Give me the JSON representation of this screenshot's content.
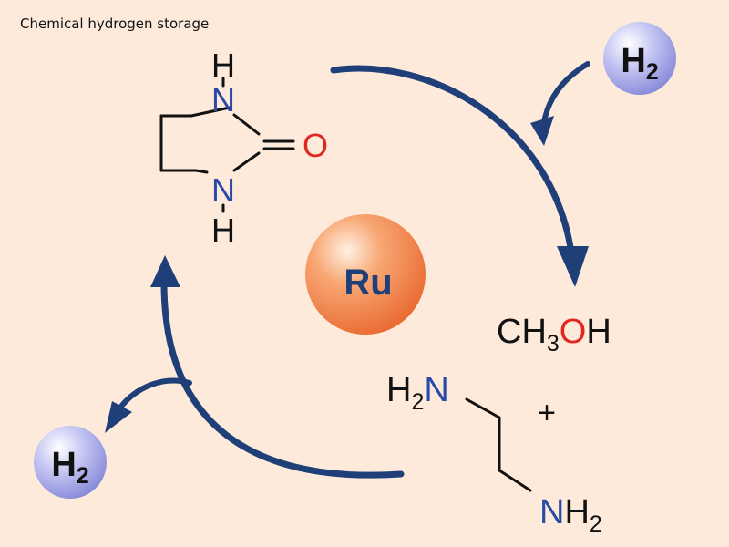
{
  "caption": "Chemical hydrogen storage",
  "catalyst": {
    "label": "Ru"
  },
  "hydrogen_in": {
    "letter": "H",
    "subscript": "2"
  },
  "hydrogen_out": {
    "letter": "H",
    "subscript": "2"
  },
  "urea": {
    "top_h": "H",
    "top_n": "N",
    "bottom_n": "N",
    "bottom_h": "H",
    "oxygen": "O"
  },
  "methanol": {
    "part1": "CH",
    "sub": "3",
    "oxygen": "O",
    "part2": "H"
  },
  "plus": "+",
  "ethylenediamine": {
    "top_h": "H",
    "top_sub": "2",
    "top_n": "N",
    "bottom_n": "N",
    "bottom_h": "H",
    "bottom_sub": "2"
  },
  "colors": {
    "background": "#fdeadb",
    "arrow": "#1f3f78",
    "nitrogen": "#2a4aa8",
    "oxygen": "#e0281e",
    "text": "#111111",
    "ru_sphere": "#f07a3c",
    "h2_sphere": "#8f92e0"
  }
}
